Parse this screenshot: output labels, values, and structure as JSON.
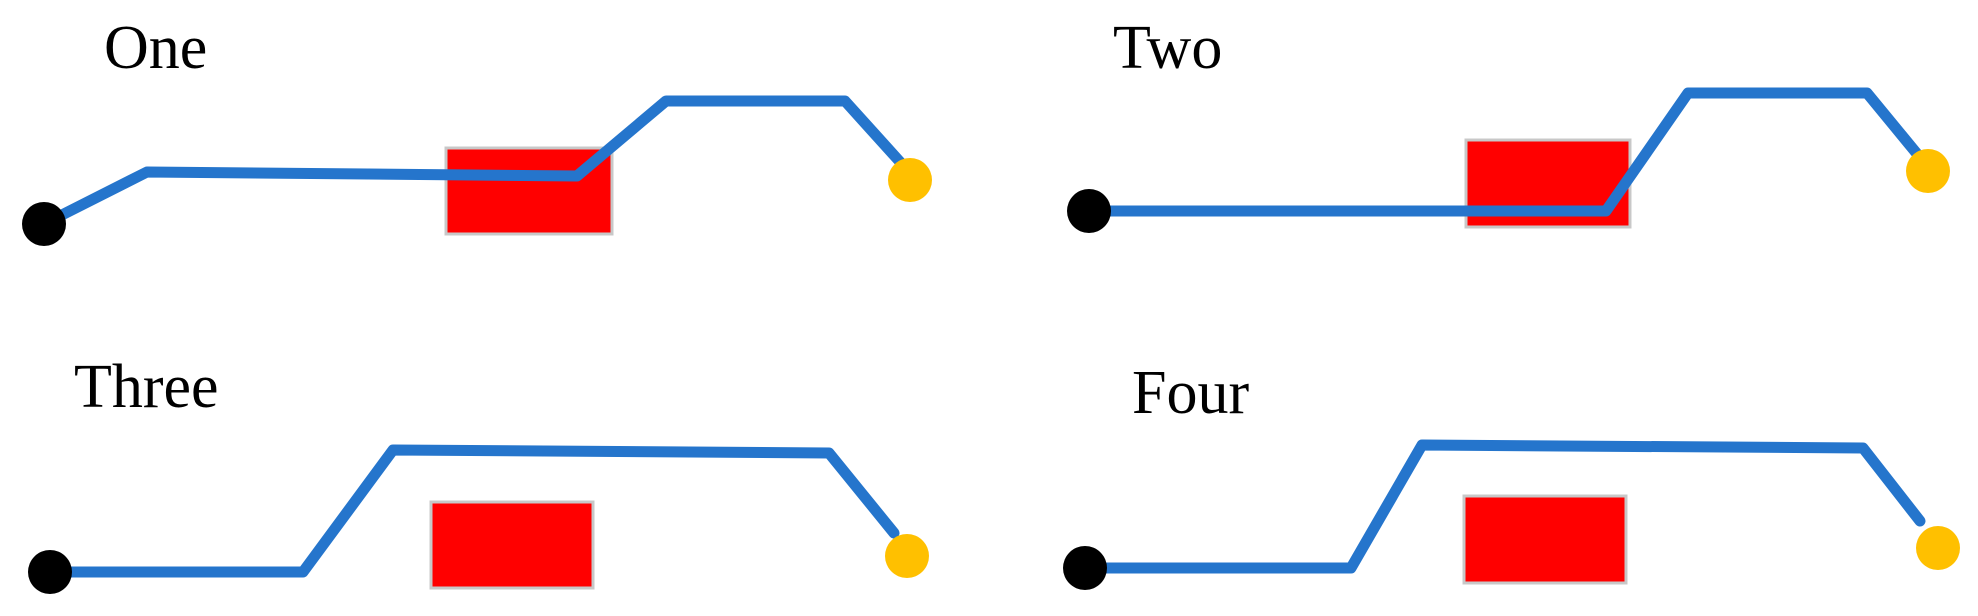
{
  "colors": {
    "path": "#2575CC",
    "obstacle": "#FF0000",
    "obstacle_border": "#C8C8C8",
    "start_point": "#000000",
    "goal_point": "#FFC000"
  },
  "panels": [
    {
      "label": "One"
    },
    {
      "label": "Two"
    },
    {
      "label": "Three"
    },
    {
      "label": "Four"
    }
  ]
}
